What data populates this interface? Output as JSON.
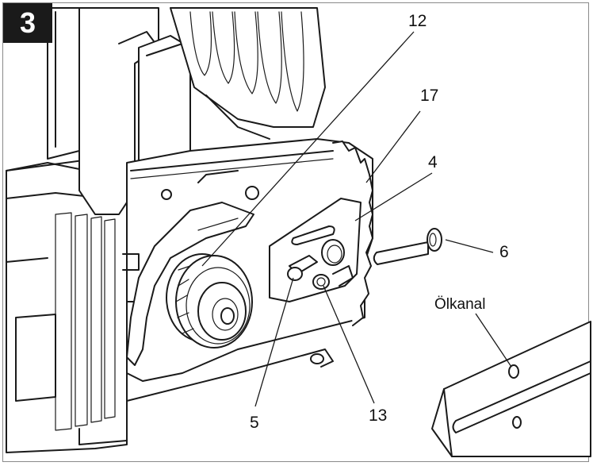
{
  "figure": {
    "step_number": "3",
    "callouts": [
      "12",
      "17",
      "4",
      "6",
      "5",
      "13"
    ],
    "oil_channel_label": "Ölkanal"
  }
}
